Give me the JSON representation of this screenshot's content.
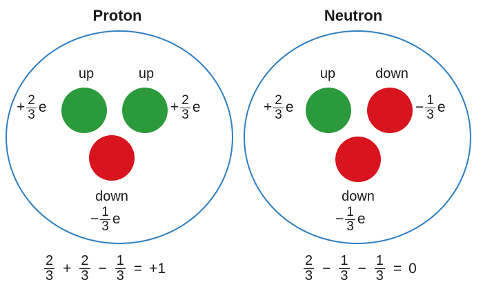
{
  "proton": {
    "title": "Proton",
    "quarks": [
      {
        "name": "up",
        "sign": "+",
        "num": "2",
        "den": "3",
        "unit": "e",
        "color": "#2a9a3a"
      },
      {
        "name": "up",
        "sign": "+",
        "num": "2",
        "den": "3",
        "unit": "e",
        "color": "#2a9a3a"
      },
      {
        "name": "down",
        "sign": "−",
        "num": "1",
        "den": "3",
        "unit": "e",
        "color": "#d8141e"
      }
    ],
    "equation": {
      "terms": [
        {
          "num": "2",
          "den": "3"
        },
        {
          "op": "+",
          "num": "2",
          "den": "3"
        },
        {
          "op": "−",
          "num": "1",
          "den": "3"
        }
      ],
      "equals": "=",
      "result": "+1"
    }
  },
  "neutron": {
    "title": "Neutron",
    "quarks": [
      {
        "name": "up",
        "sign": "+",
        "num": "2",
        "den": "3",
        "unit": "e",
        "color": "#2a9a3a"
      },
      {
        "name": "down",
        "sign": "−",
        "num": "1",
        "den": "3",
        "unit": "e",
        "color": "#d8141e"
      },
      {
        "name": "down",
        "sign": "−",
        "num": "1",
        "den": "3",
        "unit": "e",
        "color": "#d8141e"
      }
    ],
    "equation": {
      "terms": [
        {
          "num": "2",
          "den": "3"
        },
        {
          "op": "−",
          "num": "1",
          "den": "3"
        },
        {
          "op": "−",
          "num": "1",
          "den": "3"
        }
      ],
      "equals": "=",
      "result": "0"
    }
  },
  "colors": {
    "circle": "#2f7fc1",
    "up_quark": "#2a9a3a",
    "down_quark": "#d8141e"
  }
}
